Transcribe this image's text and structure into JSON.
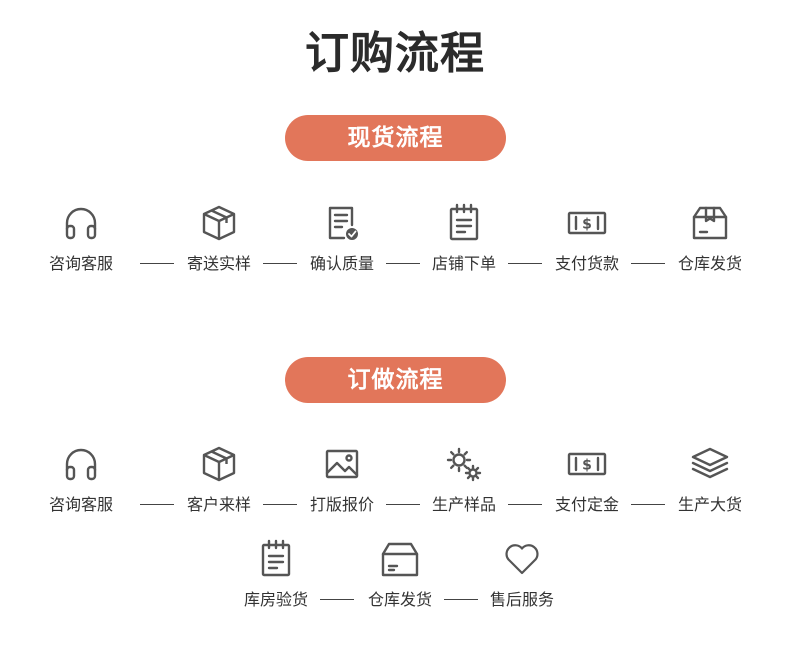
{
  "title": "订购流程",
  "colors": {
    "accent": "#e2765a",
    "icon_stroke": "#555555",
    "text": "#333333"
  },
  "sections": [
    {
      "label": "现货流程",
      "steps": [
        {
          "label": "咨询客服",
          "icon": "headphones-icon"
        },
        {
          "label": "寄送实样",
          "icon": "box-icon"
        },
        {
          "label": "确认质量",
          "icon": "document-check-icon"
        },
        {
          "label": "店铺下单",
          "icon": "notepad-icon"
        },
        {
          "label": "支付货款",
          "icon": "banknote-icon"
        },
        {
          "label": "仓库发货",
          "icon": "package-icon"
        }
      ]
    },
    {
      "label": "订做流程",
      "steps": [
        {
          "label": "咨询客服",
          "icon": "headphones-icon"
        },
        {
          "label": "客户来样",
          "icon": "box-icon"
        },
        {
          "label": "打版报价",
          "icon": "image-icon"
        },
        {
          "label": "生产样品",
          "icon": "gears-icon"
        },
        {
          "label": "支付定金",
          "icon": "banknote-icon"
        },
        {
          "label": "生产大货",
          "icon": "layers-icon"
        },
        {
          "label": "库房验货",
          "icon": "notepad-icon"
        },
        {
          "label": "仓库发货",
          "icon": "open-box-icon"
        },
        {
          "label": "售后服务",
          "icon": "heart-icon"
        }
      ]
    }
  ]
}
